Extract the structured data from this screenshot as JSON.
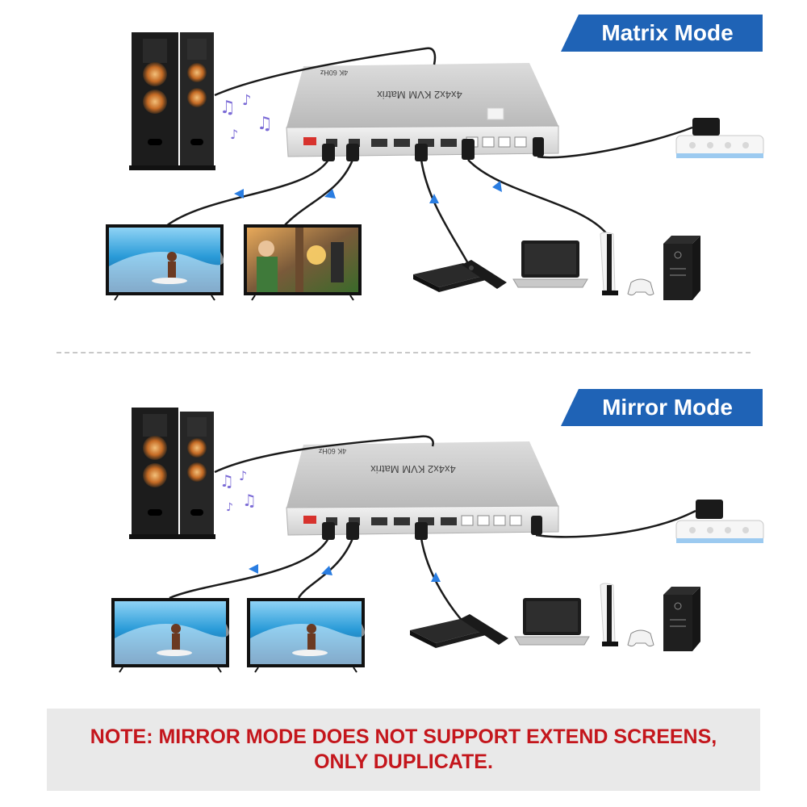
{
  "matrix": {
    "banner": "Matrix Mode",
    "device": {
      "name": "4x4x2 KVM Matrix",
      "badge": "4K 60Hz"
    }
  },
  "mirror": {
    "banner": "Mirror Mode",
    "device": {
      "name": "4x4x2 KVM Matrix",
      "badge": "4K 60Hz"
    }
  },
  "note": {
    "line1": "NOTE: MIRROR MODE DOES NOT SUPPORT EXTEND SCREENS,",
    "line2": "ONLY DUPLICATE."
  },
  "colors": {
    "banner_bg": "#1f63b6",
    "note_text": "#c4161c",
    "note_bg": "#e9e9e9",
    "cable_arrow": "#2a7de1"
  },
  "icons": [
    "speaker-icon",
    "music-note-icon",
    "kvm-switch-icon",
    "tv-icon",
    "streaming-box-icon",
    "remote-icon",
    "laptop-icon",
    "game-console-icon",
    "gamepad-icon",
    "desktop-tower-icon",
    "power-strip-icon"
  ]
}
